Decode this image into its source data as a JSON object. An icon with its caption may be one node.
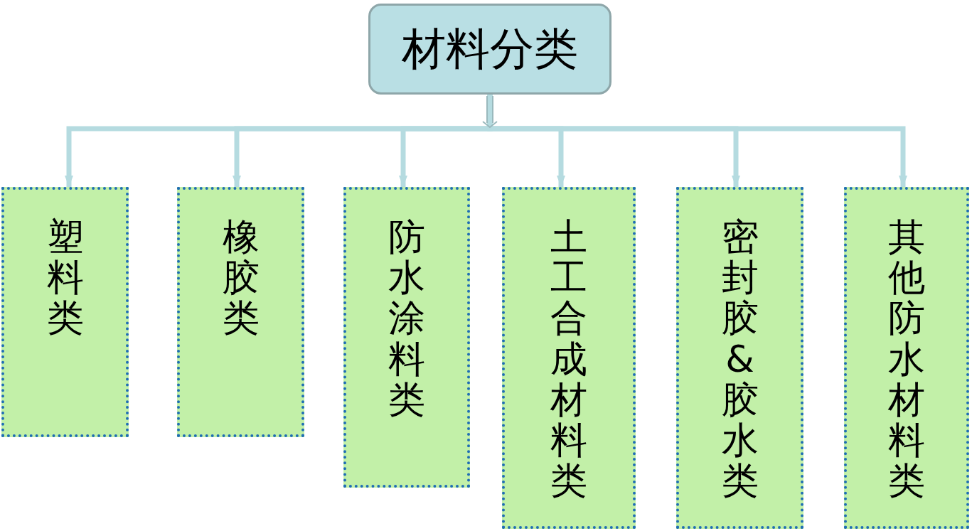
{
  "diagram": {
    "nodes": [
      {
        "text": [
          "材料分类"
        ]
      },
      {
        "text": [
          "塑料类"
        ]
      },
      {
        "text": [
          "橡胶类"
        ]
      },
      {
        "text": [
          "防水涂料类"
        ]
      },
      {
        "text": [
          "土工合成材料类"
        ]
      },
      {
        "text": [
          "密封胶&胶水类"
        ]
      },
      {
        "text": [
          "其他防水材料类"
        ]
      }
    ],
    "edges": [
      {
        "from": 0,
        "to": 1,
        "arrow": "to"
      },
      {
        "from": 0,
        "to": 2,
        "arrow": "to"
      },
      {
        "from": 0,
        "to": 3,
        "arrow": "to"
      },
      {
        "from": 0,
        "to": 4,
        "arrow": "to"
      },
      {
        "from": 0,
        "to": 5,
        "arrow": "to"
      },
      {
        "from": 0,
        "to": 6,
        "arrow": "to"
      }
    ]
  }
}
